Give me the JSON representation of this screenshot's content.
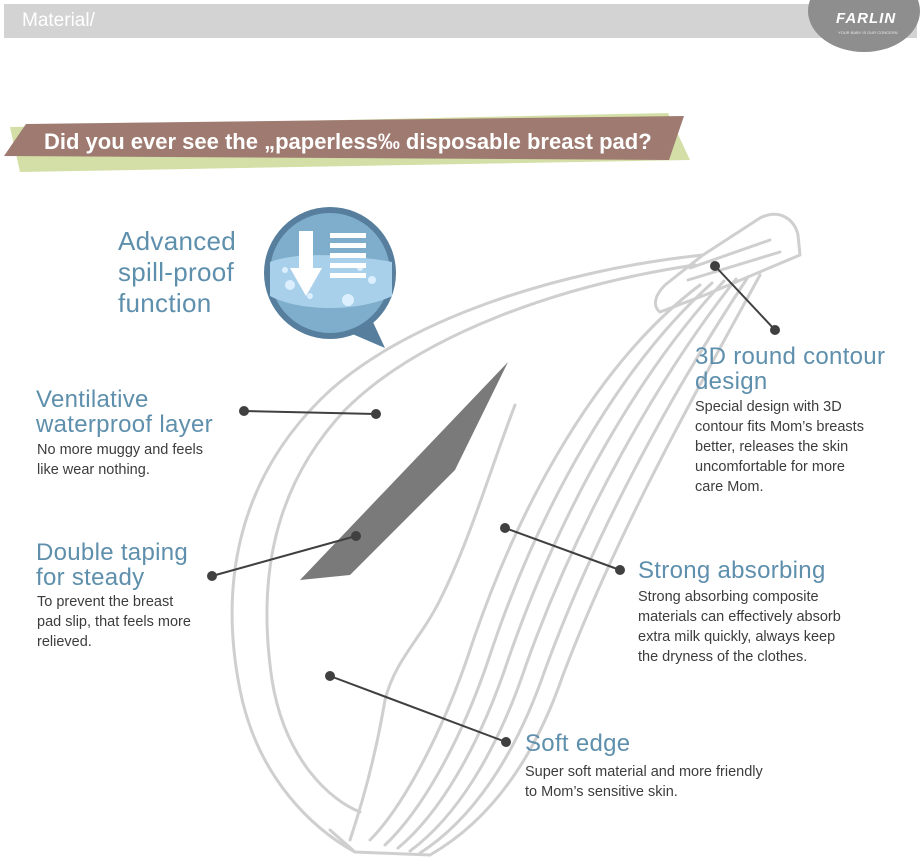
{
  "header": {
    "breadcrumb": "Material/",
    "logo_text": "FARLIN",
    "logo_tagline": "YOUR BABY IS OUR CONCERN"
  },
  "banner": {
    "title": "Did you ever see the „paperless‰ disposable breast pad?"
  },
  "features": {
    "spill_proof": {
      "title_lines": [
        "Advanced",
        "spill-proof",
        "function"
      ]
    },
    "ventilative": {
      "title_lines": [
        "Ventilative",
        "waterproof layer"
      ],
      "desc_lines": [
        "No more muggy and feels",
        "like wear nothing."
      ]
    },
    "double_taping": {
      "title_lines": [
        "Double taping",
        "for steady"
      ],
      "desc_lines": [
        "To prevent the breast",
        "pad slip, that feels more",
        "relieved."
      ]
    },
    "contour": {
      "title_lines": [
        "3D round contour",
        "design"
      ],
      "desc_lines": [
        "Special design with 3D",
        "contour fits Mom’s breasts",
        "better, releases the skin",
        "uncomfortable for more",
        "care Mom."
      ]
    },
    "absorbing": {
      "title_lines": [
        "Strong absorbing"
      ],
      "desc_lines": [
        "Strong absorbing composite",
        "materials can effectively absorb",
        "extra milk quickly, always keep",
        "the dryness of the clothes."
      ]
    },
    "soft_edge": {
      "title_lines": [
        "Soft edge"
      ],
      "desc_lines": [
        "Super soft material and more friendly",
        "to Mom’s sensitive skin."
      ]
    }
  },
  "colors": {
    "accent_blue": "#5e8fac",
    "banner_brown": "#9e7a70",
    "banner_green": "#d3dfa6",
    "logo_gray": "#8e8e8e"
  }
}
